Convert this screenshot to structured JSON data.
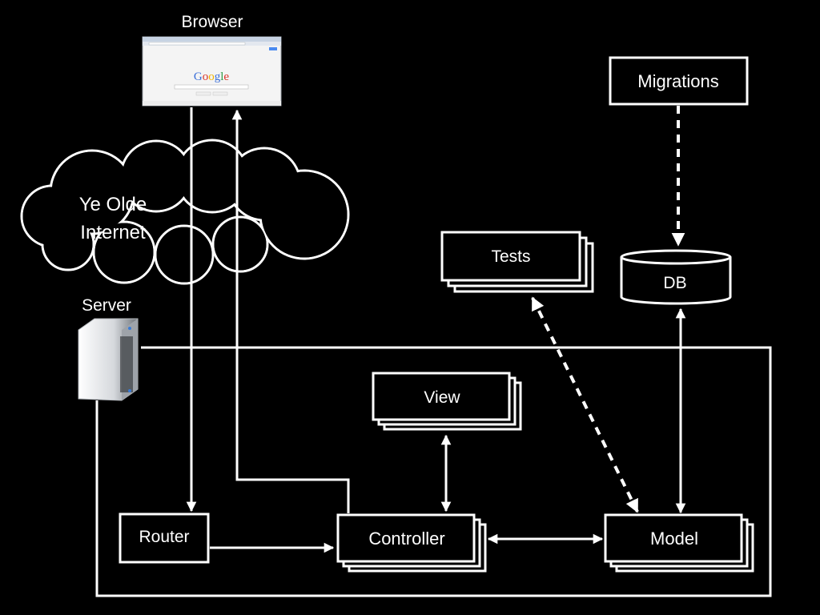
{
  "labels": {
    "browser": "Browser",
    "server": "Server",
    "cloud": [
      "Ye Olde",
      "Internet"
    ],
    "migrations": "Migrations",
    "tests": "Tests",
    "db": "DB",
    "view": "View",
    "router": "Router",
    "controller": "Controller",
    "model": "Model"
  },
  "browser_screen": {
    "logo": "Google",
    "logo_colors": [
      "#3b6fd8",
      "#d9362b",
      "#f0b400",
      "#3b6fd8",
      "#2e9a45",
      "#d9362b"
    ]
  },
  "colors": {
    "background": "#000000",
    "stroke": "#ffffff",
    "fill": "#000000"
  }
}
